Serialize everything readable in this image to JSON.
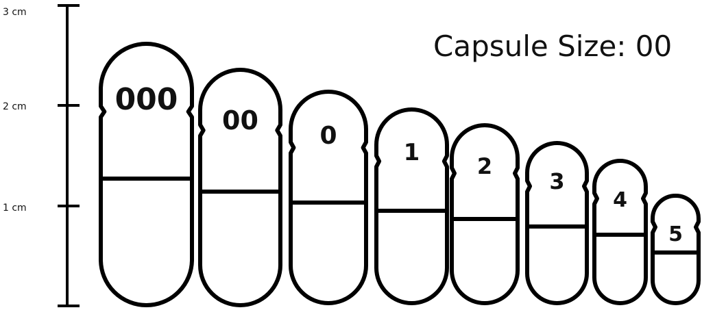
{
  "title": "Capsule Size: 00",
  "scale": {
    "ticks": [
      {
        "label": "3 cm",
        "cm": 3
      },
      {
        "label": "2 cm",
        "cm": 2
      },
      {
        "label": "1 cm",
        "cm": 1
      }
    ]
  },
  "capsules": [
    {
      "label": "000"
    },
    {
      "label": "00"
    },
    {
      "label": "0"
    },
    {
      "label": "1"
    },
    {
      "label": "2"
    },
    {
      "label": "3"
    },
    {
      "label": "4"
    },
    {
      "label": "5"
    }
  ],
  "colors": {
    "stroke": "#000000",
    "fill": "#ffffff",
    "text": "#111111"
  }
}
